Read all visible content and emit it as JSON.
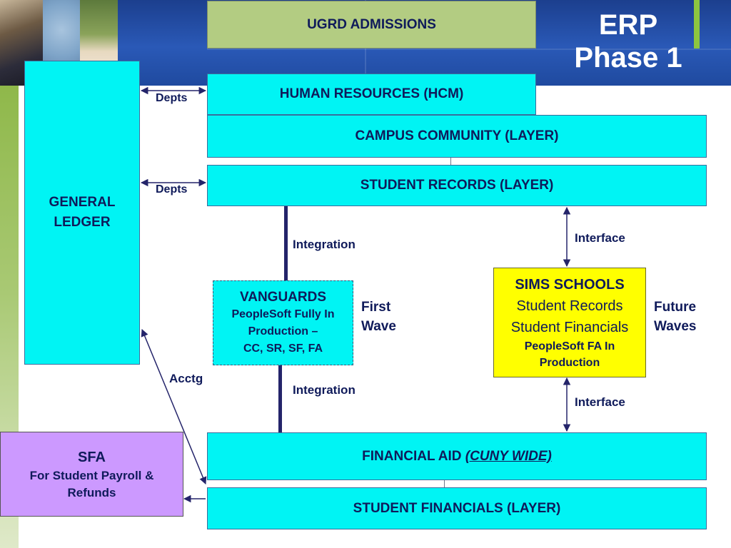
{
  "title": {
    "line1": "ERP",
    "line2": "Phase  1"
  },
  "boxes": {
    "ugrd": "UGRD ADMISSIONS",
    "hcm": "HUMAN RESOURCES (HCM)",
    "campus": "CAMPUS COMMUNITY (LAYER)",
    "student_records": "STUDENT RECORDS (LAYER)",
    "general_ledger": "GENERAL LEDGER",
    "vanguards": {
      "title": "VANGUARDS",
      "line1": "PeopleSoft Fully In",
      "line2": "Production –",
      "line3": "CC, SR, SF, FA"
    },
    "sims": {
      "title": "SIMS SCHOOLS",
      "line1": "Student Records",
      "line2": "Student Financials",
      "line3": "PeopleSoft FA In",
      "line4": "Production"
    },
    "sfa": {
      "title": "SFA",
      "line1": "For Student Payroll &",
      "line2": "Refunds"
    },
    "financial_aid": {
      "main": "FINANCIAL AID ",
      "emph": "(CUNY WIDE)"
    },
    "student_financials": "STUDENT FINANCIALS (LAYER)"
  },
  "labels": {
    "depts_1": "Depts",
    "depts_2": "Depts",
    "integration_1": "Integration",
    "integration_2": "Integration",
    "interface_1": "Interface",
    "interface_2": "Interface",
    "first_wave_1": "First",
    "first_wave_2": "Wave",
    "future_waves_1": "Future",
    "future_waves_2": "Waves",
    "acctg": "Acctg"
  },
  "colors": {
    "header_blue": "#2a59b7",
    "box_cyan": "#00f4f4",
    "box_green": "#b3cc82",
    "box_yellow": "#ffff00",
    "box_purple": "#cc99ff",
    "text_navy": "#0f1a5a",
    "accent_green": "#8dc63f"
  }
}
